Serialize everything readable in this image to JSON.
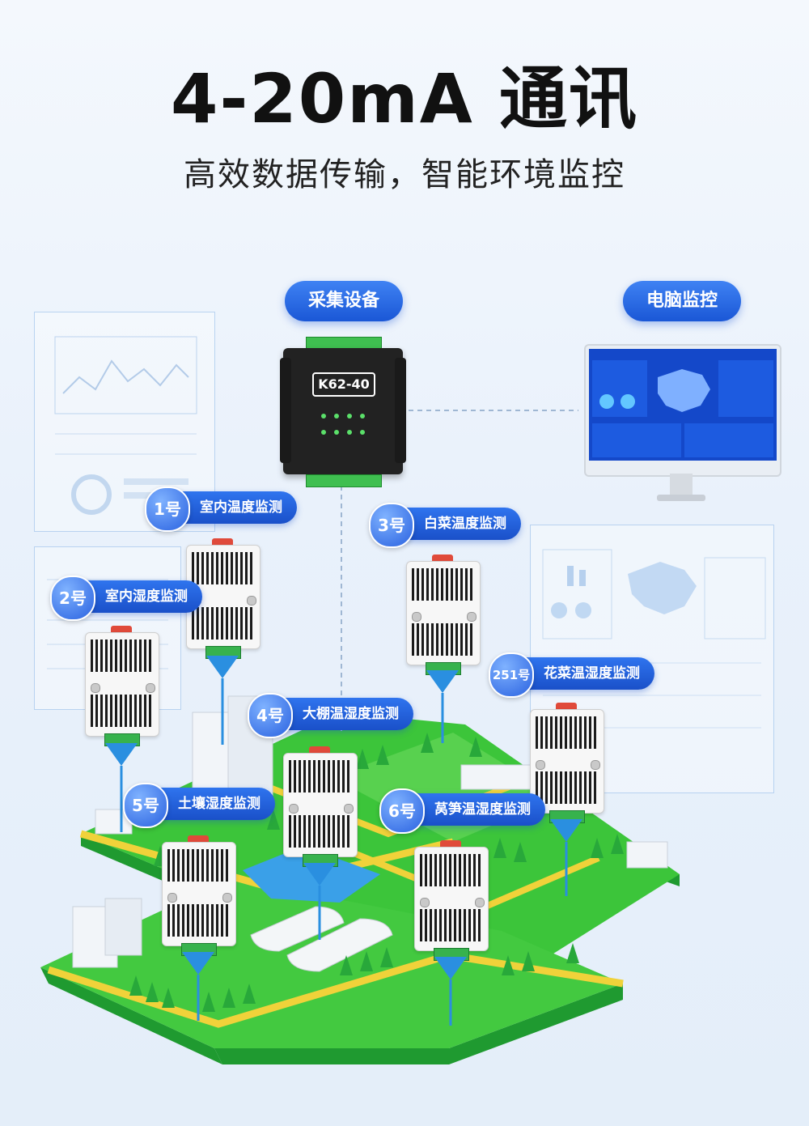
{
  "header": {
    "title": "4-20mA 通讯",
    "subtitle": "高效数据传输，智能环境监控"
  },
  "top_pills": {
    "collector": "采集设备",
    "computer": "电脑监控"
  },
  "device": {
    "model": "K62-40"
  },
  "sensors": [
    {
      "num": "1号",
      "label": "室内温度监测"
    },
    {
      "num": "2号",
      "label": "室内湿度监测"
    },
    {
      "num": "3号",
      "label": "白菜温度监测"
    },
    {
      "num": "4号",
      "label": "大棚温湿度监测"
    },
    {
      "num": "5号",
      "label": "土壤湿度监测"
    },
    {
      "num": "6号",
      "label": "莴笋温湿度监测"
    },
    {
      "num": "251号",
      "label": "花菜温湿度监测"
    }
  ],
  "colors": {
    "accent_blue": "#1a57d6",
    "grass_green": "#3cc53a",
    "water_blue": "#3aa0e8",
    "field_yellow": "#f0d23a"
  }
}
